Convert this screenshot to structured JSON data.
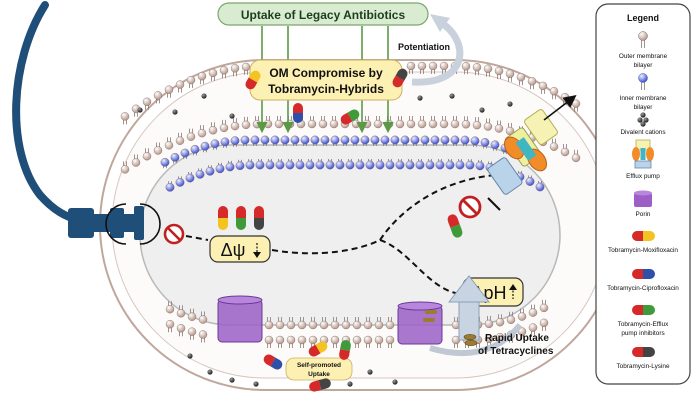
{
  "top_box": {
    "label": "Uptake of Legacy Antibiotics"
  },
  "potentiation_label": "Potentiation",
  "om_compromise": {
    "line1": "OM Compromise by",
    "line2": "Tobramycin-Hybrids"
  },
  "membrane_potential_label": "Δψ",
  "ph_gradient_label": "ΔpH",
  "rapid_uptake": {
    "line1": "Rapid Uptake",
    "line2": "of Tetracyclines"
  },
  "self_promoted": {
    "line1": "Self-promoted",
    "line2": "Uptake"
  },
  "legend": {
    "title": "Legend",
    "items": [
      {
        "label": "Outer membrane bilayer",
        "lines": [
          "Outer membrane",
          "bilayer"
        ],
        "icon": "outer-membrane-lipid"
      },
      {
        "label": "Inner membrane bilayer",
        "lines": [
          "Inner membrane",
          "bilayer"
        ],
        "icon": "inner-membrane-lipid"
      },
      {
        "label": "Divalent cations",
        "lines": [
          "Divalent cations"
        ],
        "icon": "divalent-cation-cluster"
      },
      {
        "label": "Efflux pump",
        "lines": [
          "Efflux pump"
        ],
        "icon": "efflux-pump"
      },
      {
        "label": "Porin",
        "lines": [
          "Porin"
        ],
        "icon": "porin"
      },
      {
        "label": "Tobramycin-Moxifloxacin",
        "lines": [
          "Tobramycin-Moxifloxacin"
        ],
        "icon": "capsule",
        "colors": [
          "#d62a2a",
          "#f3c322"
        ]
      },
      {
        "label": "Tobramycin-Ciprofloxacin",
        "lines": [
          "Tobramycin-Ciprofloxacin"
        ],
        "icon": "capsule",
        "colors": [
          "#d62a2a",
          "#2f4fa8"
        ]
      },
      {
        "label": "Tobramycin-Efflux pump inhibitors",
        "lines": [
          "Tobramycin-Efflux",
          "pump inhibitors"
        ],
        "icon": "capsule",
        "colors": [
          "#d62a2a",
          "#3f9a3a"
        ]
      },
      {
        "label": "Tobramycin-Lysine",
        "lines": [
          "Tobramycin-Lysine"
        ],
        "icon": "capsule",
        "colors": [
          "#d62a2a",
          "#444444"
        ]
      }
    ]
  },
  "colors": {
    "outer_lipid": "#d9c0b8",
    "inner_lipid": "#6f7fe6",
    "porin": "#9b5fc6",
    "flagellum": "#1f4e79",
    "top_box_fill": "#d9ecd2",
    "highlight_yellow": "#fdf0b3"
  }
}
